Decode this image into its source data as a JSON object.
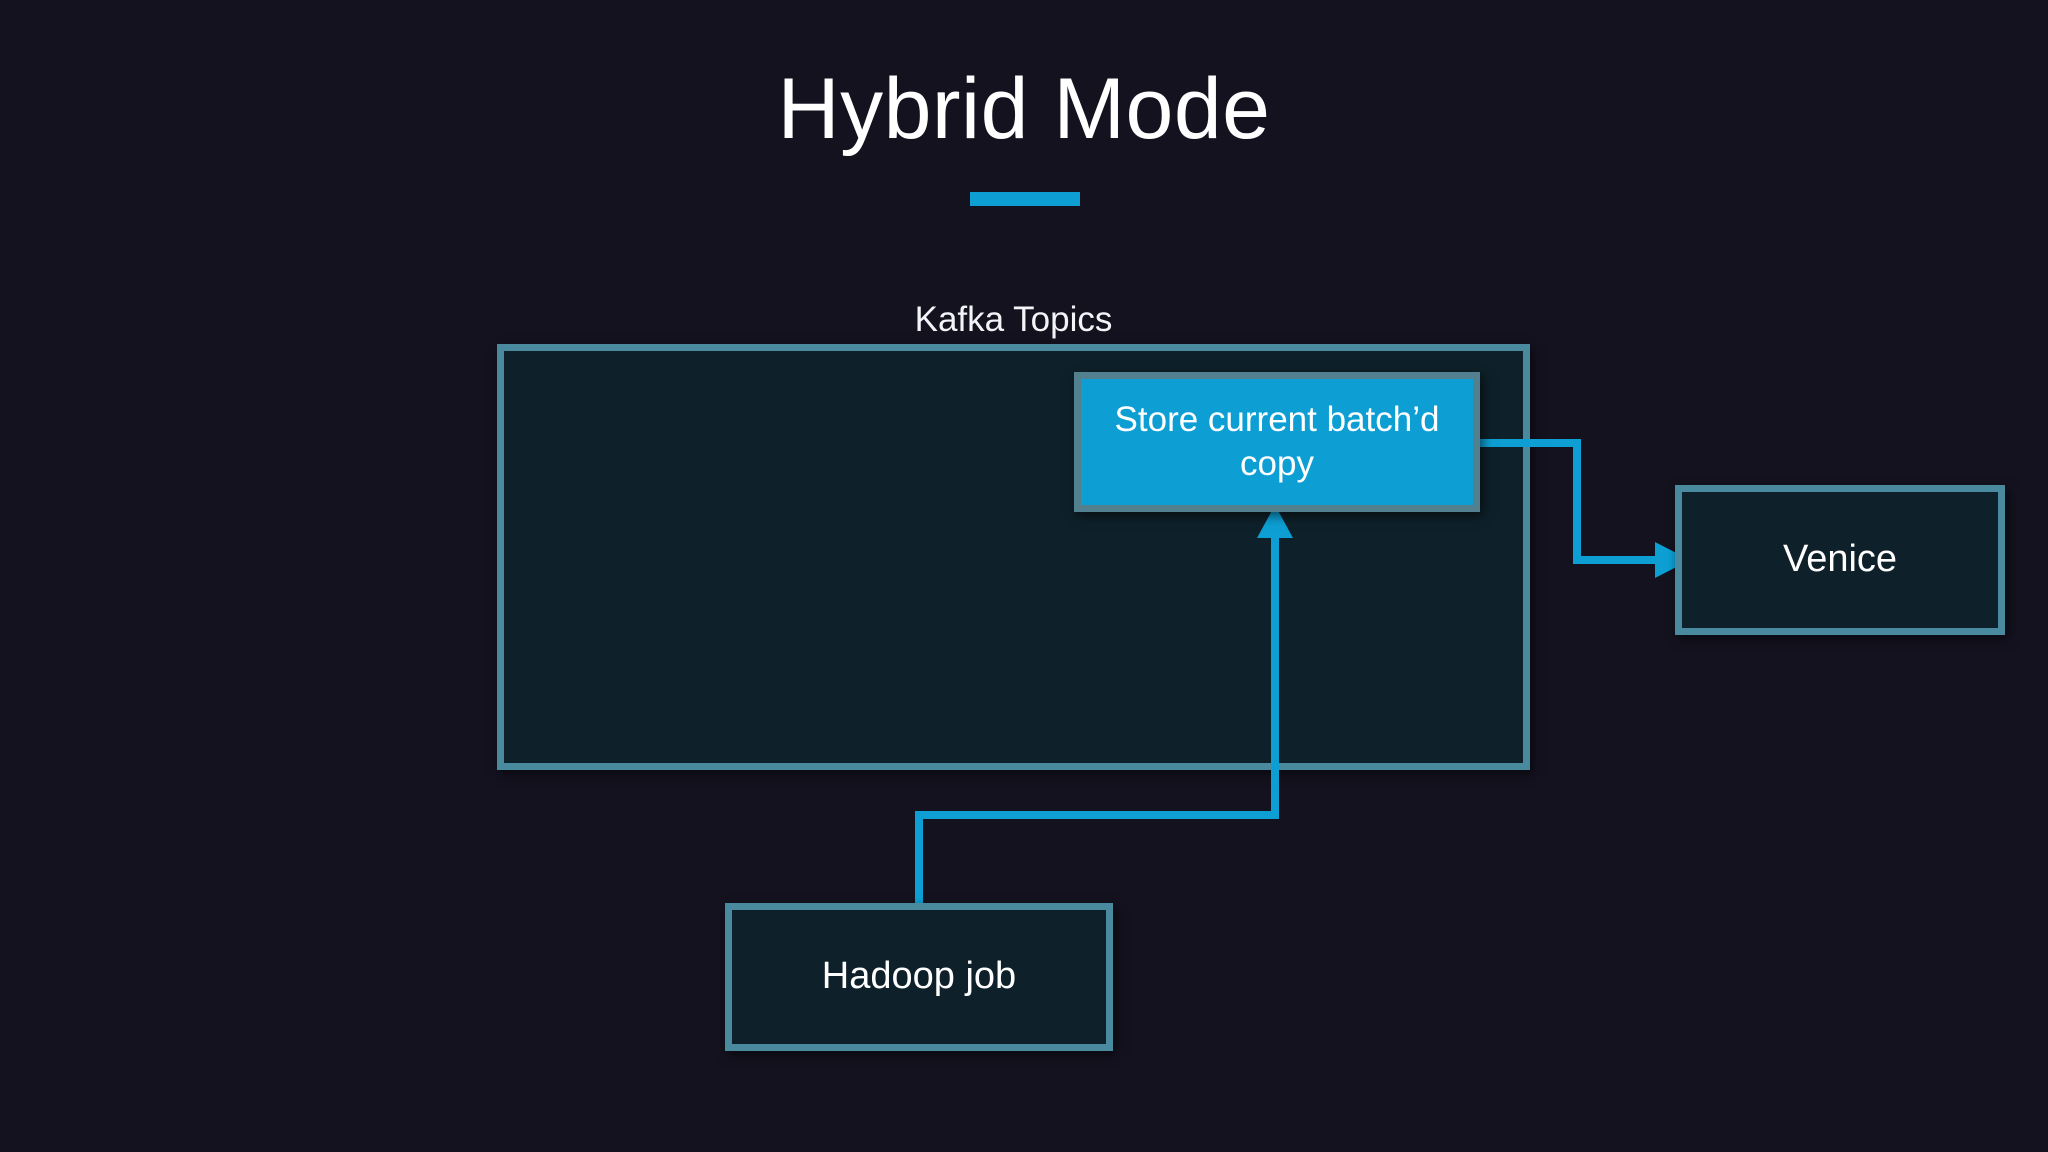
{
  "slide": {
    "title": "Hybrid Mode",
    "background_color": "#14121f",
    "accent_color": "#0d9fd4",
    "node_border_color": "#4a8a9e",
    "node_fill_color": "#0e2029",
    "text_color": "#ffffff"
  },
  "diagram": {
    "group": {
      "label": "Kafka Topics",
      "name": "kafka-topics-group"
    },
    "nodes": [
      {
        "id": "store-batch",
        "label": "Store current batch’d copy",
        "style": "highlighted",
        "fill": "#0d9fd4"
      },
      {
        "id": "venice",
        "label": "Venice",
        "style": "outlined",
        "fill": "#0e2029"
      },
      {
        "id": "hadoop-job",
        "label": "Hadoop job",
        "style": "outlined",
        "fill": "#0e2029"
      }
    ],
    "edges": [
      {
        "id": "store-batch-to-venice",
        "from": "store-batch",
        "to": "venice",
        "color": "#0d9fd4",
        "arrowhead": "right"
      },
      {
        "id": "hadoop-job-to-store-batch",
        "from": "hadoop-job",
        "to": "store-batch",
        "color": "#0d9fd4",
        "arrowhead": "up"
      }
    ]
  }
}
